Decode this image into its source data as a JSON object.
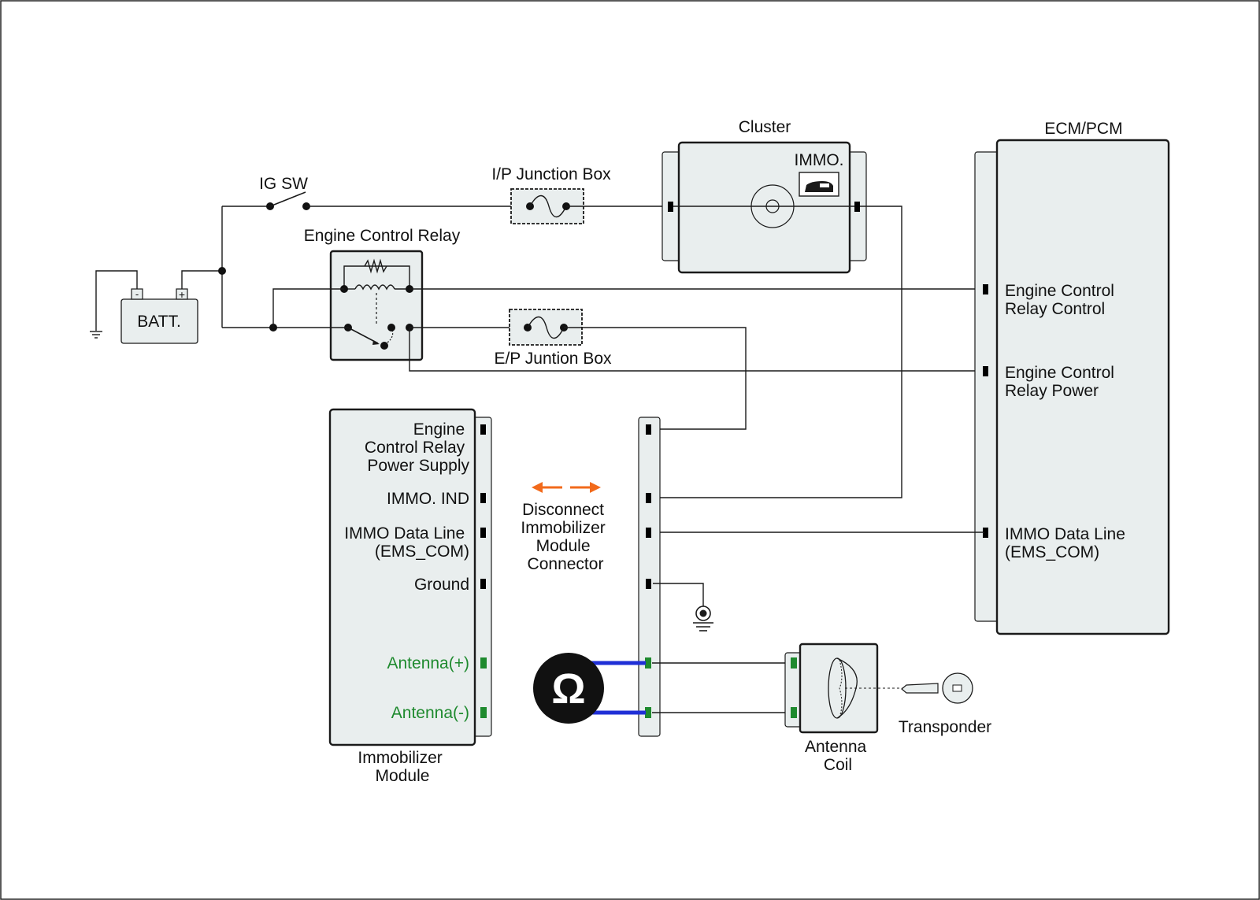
{
  "labels": {
    "ig_sw": "IG SW",
    "batt": "BATT.",
    "batt_neg": "-",
    "batt_pos": "+",
    "ip_junction_box": "I/P Junction Box",
    "ep_junction_box": "E/P Juntion Box",
    "engine_control_relay": "Engine Control Relay",
    "cluster": "Cluster",
    "immo": "IMMO.",
    "ecm_pcm": "ECM/PCM",
    "ecm_pins": [
      [
        "Engine Control",
        "Relay Control"
      ],
      [
        "Engine Control",
        "Relay Power"
      ],
      [
        "IMMO Data Line",
        "(EMS_COM)"
      ]
    ],
    "immo_module_pins": [
      [
        "Engine",
        "Control Relay",
        "Power Supply"
      ],
      [
        "IMMO. IND"
      ],
      [
        "IMMO Data Line",
        "(EMS_COM)"
      ],
      [
        "Ground"
      ]
    ],
    "antenna_pins": [
      "Antenna(+)",
      "Antenna(-)"
    ],
    "immobilizer_module": [
      "Immobilizer",
      "Module"
    ],
    "disconnect_note": [
      "Disconnect",
      "Immobilizer",
      "Module",
      "Connector"
    ],
    "antenna_coil": [
      "Antenna",
      "Coil"
    ],
    "transponder": "Transponder",
    "ohm_symbol": "Ω"
  },
  "colors": {
    "green_label": "#1e8a2e",
    "meter_leads": "#1f2fd6",
    "arrow": "#f26a1b",
    "module_fill": "#e9eeee"
  },
  "icons": [
    "ground-icon",
    "fuse-icon",
    "switch-icon",
    "relay-coil-icon",
    "lamp-icon",
    "car-icon",
    "key-icon",
    "ohmmeter-icon",
    "double-arrow-icon"
  ]
}
